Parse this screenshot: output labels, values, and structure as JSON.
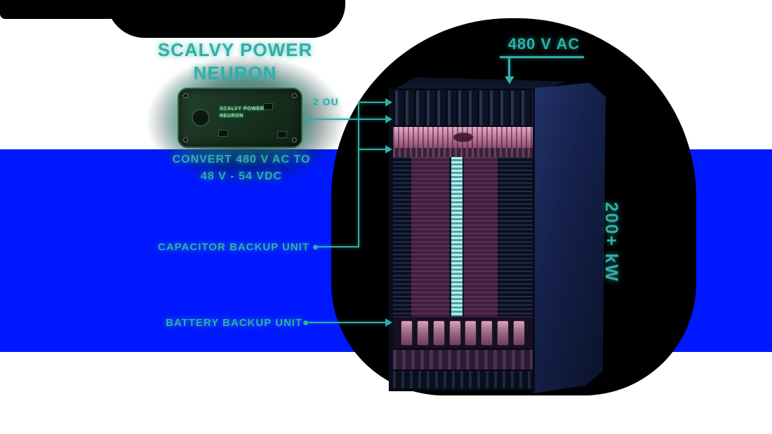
{
  "diagram": {
    "title": "SCALVY POWER NEURON",
    "title_lines": [
      "SCALVY POWER",
      "NEURON"
    ],
    "pcb_label": "SCALVY POWER NEURON",
    "converter_note_lines": [
      "CONVERT 480 V AC TO",
      "48 V - 54 VDC"
    ],
    "labels": {
      "rack_height": "2 OU",
      "input_voltage": "480 V AC",
      "capacitor": "CAPACITOR BACKUP UNIT",
      "battery": "BATTERY BACKUP UNIT",
      "power": "200+ kW"
    },
    "colors": {
      "accent_teal": "#2FAFA8",
      "background_blue": "#0018FF",
      "blob_black": "#000000",
      "pcb_green": "#1E4020",
      "rack_navy": "#131C33",
      "rack_pink": "#C77FA6",
      "rack_cyan": "#8FD8D8"
    }
  }
}
